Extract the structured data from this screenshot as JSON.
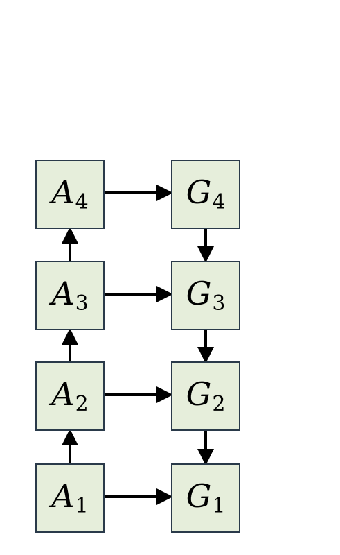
{
  "diagram": {
    "nodes": {
      "a4": {
        "letter": "A",
        "index": "4"
      },
      "a3": {
        "letter": "A",
        "index": "3"
      },
      "a2": {
        "letter": "A",
        "index": "2"
      },
      "a1": {
        "letter": "A",
        "index": "1"
      },
      "g4": {
        "letter": "G",
        "index": "4"
      },
      "g3": {
        "letter": "G",
        "index": "3"
      },
      "g2": {
        "letter": "G",
        "index": "2"
      },
      "g1": {
        "letter": "G",
        "index": "1"
      }
    },
    "edges": [
      {
        "from": "a1",
        "to": "a2"
      },
      {
        "from": "a2",
        "to": "a3"
      },
      {
        "from": "a3",
        "to": "a4"
      },
      {
        "from": "a4",
        "to": "g4"
      },
      {
        "from": "a3",
        "to": "g3"
      },
      {
        "from": "a2",
        "to": "g2"
      },
      {
        "from": "a1",
        "to": "g1"
      },
      {
        "from": "g4",
        "to": "g3"
      },
      {
        "from": "g3",
        "to": "g2"
      },
      {
        "from": "g2",
        "to": "g1"
      }
    ],
    "colors": {
      "node_fill": "#e6eedb",
      "node_border": "#2a3a4a",
      "arrow": "#000000"
    }
  }
}
